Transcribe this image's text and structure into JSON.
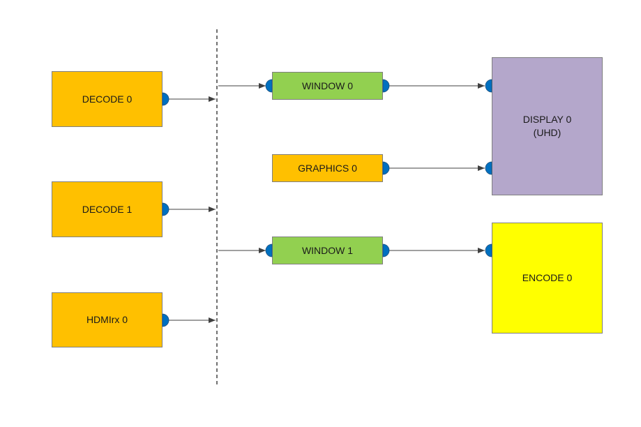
{
  "blocks": {
    "decode0": "DECODE 0",
    "decode1": "DECODE 1",
    "hdmirx0": "HDMIrx 0",
    "window0": "WINDOW 0",
    "graphics0": "GRAPHICS 0",
    "window1": "WINDOW 1",
    "display0": "DISPLAY 0\n(UHD)",
    "encode0": "ENCODE 0"
  },
  "colors": {
    "source": "#ffc000",
    "window": "#92d050",
    "display": "#b4a7cb",
    "encoder": "#ffff00",
    "connector": "#0070c0",
    "line": "#404040"
  }
}
